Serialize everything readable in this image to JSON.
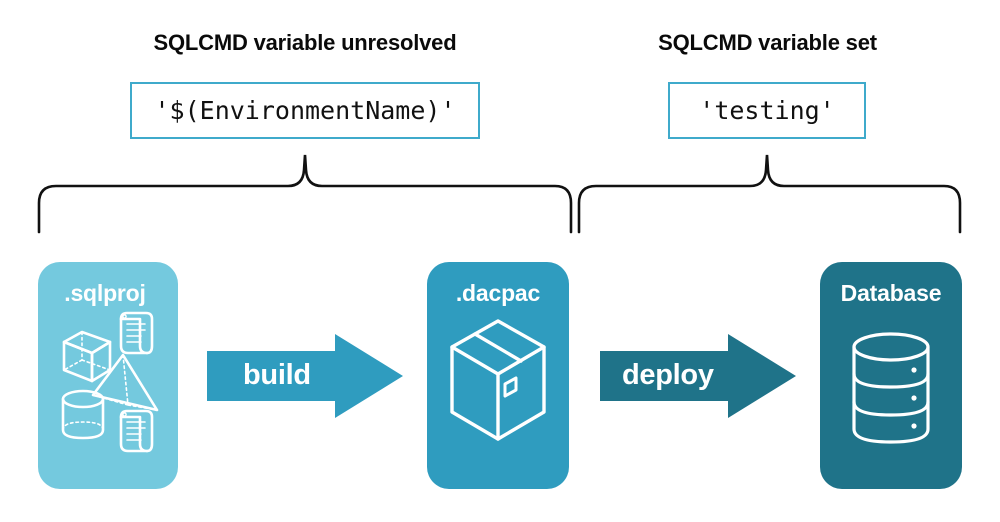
{
  "headings": {
    "left": "SQLCMD variable unresolved",
    "right": "SQLCMD variable set"
  },
  "code_boxes": {
    "left": "'$(EnvironmentName)'",
    "right": "'testing'"
  },
  "stages": [
    {
      "id": "sqlproj",
      "label": ".sqlproj",
      "background": "#74C9DE",
      "icons": [
        "cube-icon",
        "scroll-icon",
        "pyramid-icon",
        "cylinder-icon",
        "scroll-icon"
      ]
    },
    {
      "id": "dacpac",
      "label": ".dacpac",
      "background": "#2F9CBF",
      "icons": [
        "package-box-icon"
      ]
    },
    {
      "id": "database",
      "label": "Database",
      "background": "#1F7389",
      "icons": [
        "database-cylinder-icon"
      ]
    }
  ],
  "arrows": [
    {
      "id": "build",
      "label": "build",
      "color": "#2F9CBF"
    },
    {
      "id": "deploy",
      "label": "deploy",
      "color": "#1F7389"
    }
  ],
  "braces": [
    {
      "id": "brace-left",
      "spans": "sqlproj-to-dacpac"
    },
    {
      "id": "brace-right",
      "spans": "dacpac-to-database"
    }
  ],
  "colors": {
    "light_blue": "#74C9DE",
    "medium_teal": "#2F9CBF",
    "dark_teal": "#1F7389",
    "code_border": "#3FAACB",
    "text_dark": "#0a0a0a",
    "background": "#FFFFFF"
  }
}
